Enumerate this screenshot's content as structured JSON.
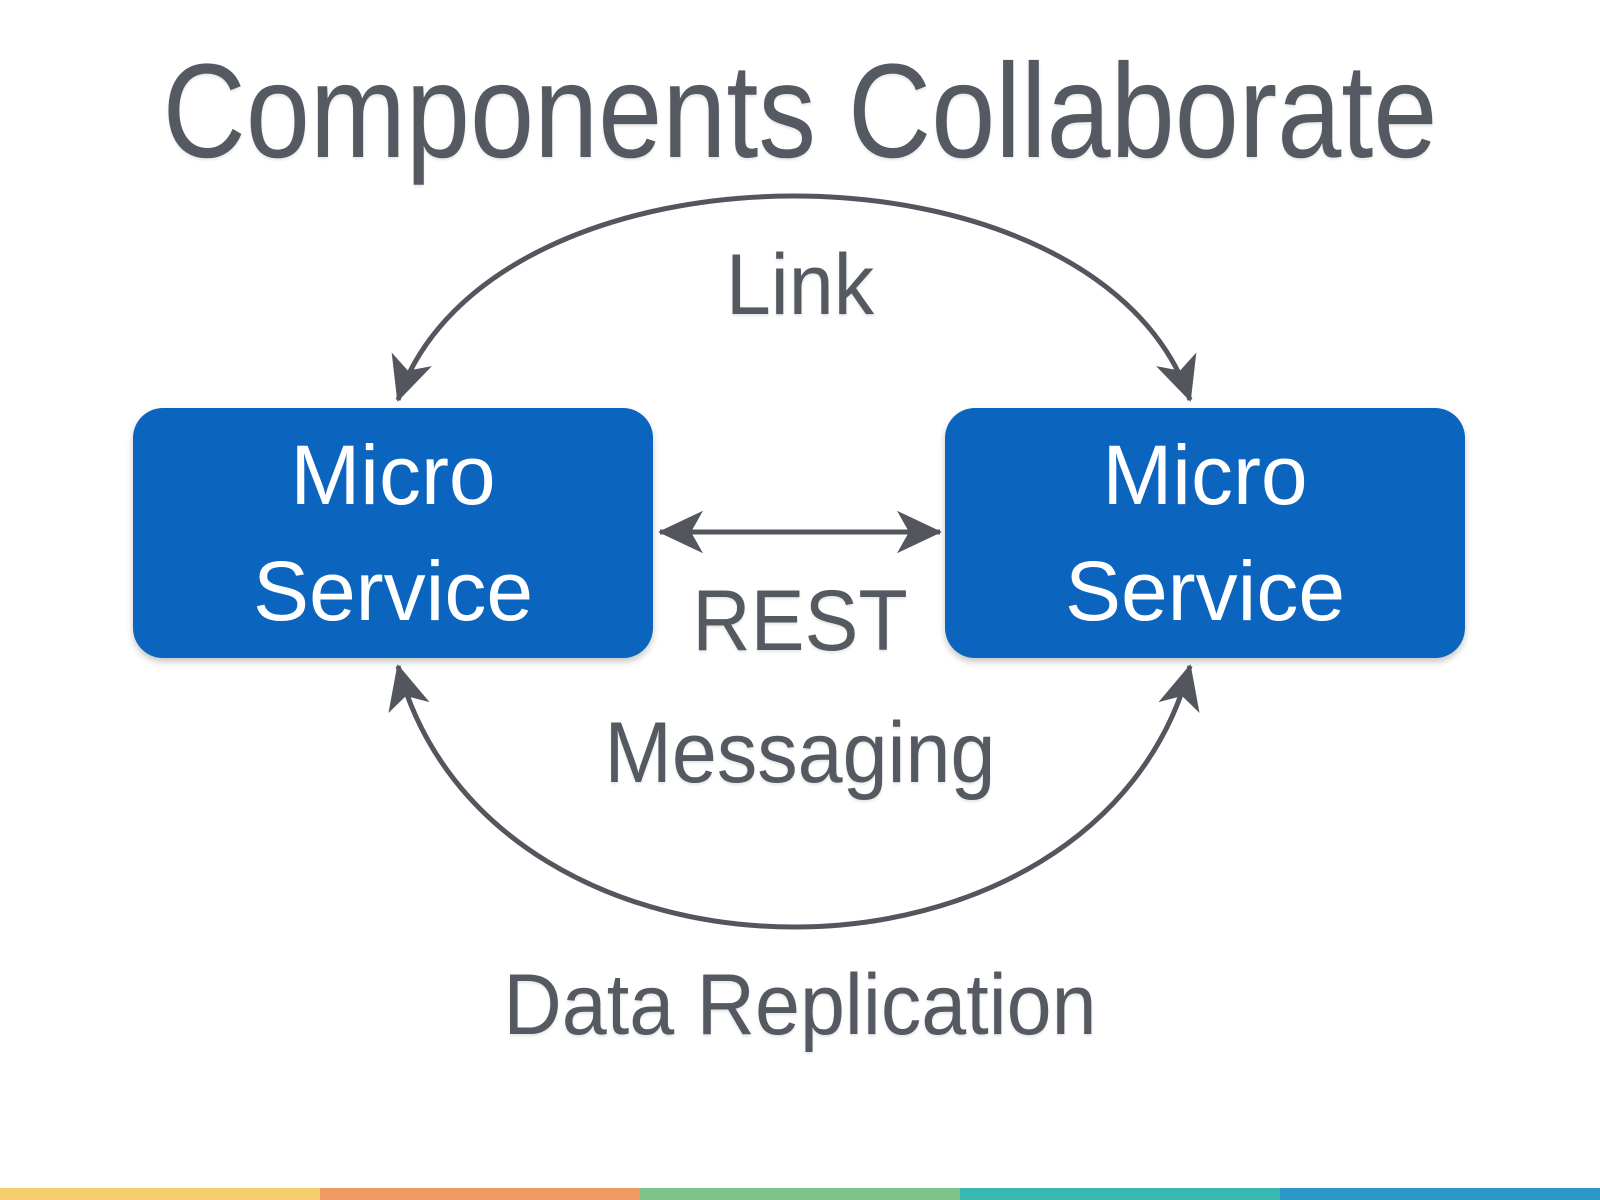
{
  "slide": {
    "title": "Components Collaborate"
  },
  "diagram": {
    "nodes": [
      {
        "id": "left-microservice",
        "line1": "Micro",
        "line2": "Service"
      },
      {
        "id": "right-microservice",
        "line1": "Micro",
        "line2": "Service"
      }
    ],
    "connections": {
      "top_arc": {
        "label": "Link",
        "style": "curved double-headed arrow above nodes"
      },
      "middle": {
        "label": "REST",
        "style": "straight double-headed arrow between nodes"
      },
      "bottom_arc": {
        "label": "Messaging",
        "style": "curved double-headed arrow below nodes"
      },
      "bottom_outer_label": "Data Replication"
    }
  },
  "colors": {
    "text": "#555a62",
    "arrow": "#53565d",
    "node_fill": "#0b64be",
    "node_text": "#ffffff"
  },
  "footer_bar": {
    "segments": [
      {
        "name": "yellow",
        "color": "#f6cd6c"
      },
      {
        "name": "orange",
        "color": "#f09a62"
      },
      {
        "name": "green",
        "color": "#7cc489"
      },
      {
        "name": "teal",
        "color": "#38b8b1"
      },
      {
        "name": "blue",
        "color": "#2c98c7"
      }
    ]
  }
}
